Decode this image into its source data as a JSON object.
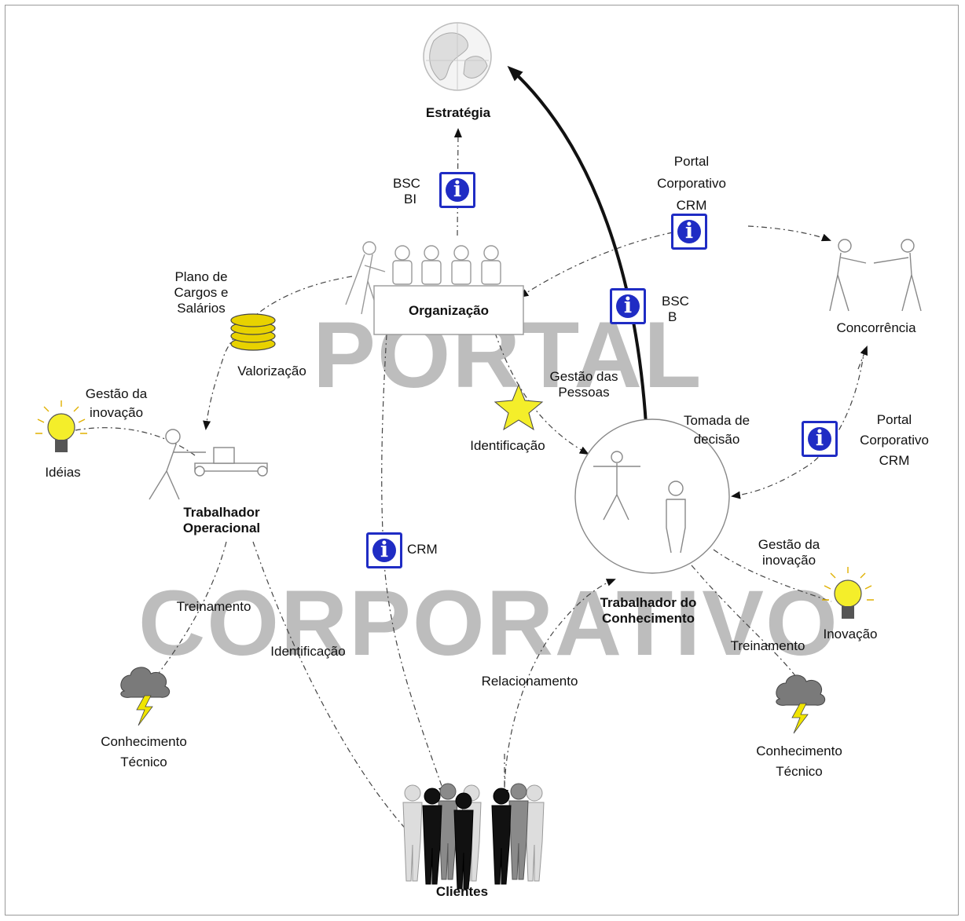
{
  "watermark": {
    "line1": "PORTAL",
    "line2": "CORPORATIVO"
  },
  "nodes": {
    "estrategia": "Estratégia",
    "organizacao": "Organização",
    "concorrencia": "Concorrência",
    "trabalhador_operacional": [
      "Trabalhador",
      "Operacional"
    ],
    "trabalhador_conhecimento": [
      "Trabalhador do",
      "Conhecimento"
    ],
    "clientes": "Clientes",
    "ideias": "Idéias",
    "inovacao": "Inovação",
    "conhecimento_tecnico_left": [
      "Conhecimento",
      "Técnico"
    ],
    "conhecimento_tecnico_right": [
      "Conhecimento",
      "Técnico"
    ]
  },
  "tools": {
    "bsc_bi": [
      "BSC",
      "BI"
    ],
    "portal_crm_top": [
      "Portal",
      "Corporativo",
      "CRM"
    ],
    "bsc_b": [
      "BSC",
      "B"
    ],
    "portal_crm_right": [
      "Portal",
      "Corporativo",
      "CRM"
    ],
    "crm": "CRM"
  },
  "edges": {
    "plano": [
      "Plano de",
      "Cargos e",
      "Salários"
    ],
    "valorizacao": "Valorização",
    "gestao_inovacao_left": [
      "Gestão da",
      "inovação"
    ],
    "gestao_pessoas": [
      "Gestão das",
      "Pessoas"
    ],
    "identificacao_mid": "Identificação",
    "tomada_decisao": [
      "Tomada de",
      "decisão"
    ],
    "gestao_inovacao_right": [
      "Gestão da",
      "inovação"
    ],
    "treinamento_left": "Treinamento",
    "identificacao_low": "Identificação",
    "relacionamento": "Relacionamento",
    "treinamento_right": "Treinamento"
  },
  "colors": {
    "info_blue": "#1f2cc4",
    "bulb_yellow": "#f4ee2a",
    "cloud_gray": "#7a7a7a",
    "bolt_yellow": "#f0e500",
    "coin_yellow": "#e8d200",
    "watermark_gray": "#bdbdbd"
  }
}
